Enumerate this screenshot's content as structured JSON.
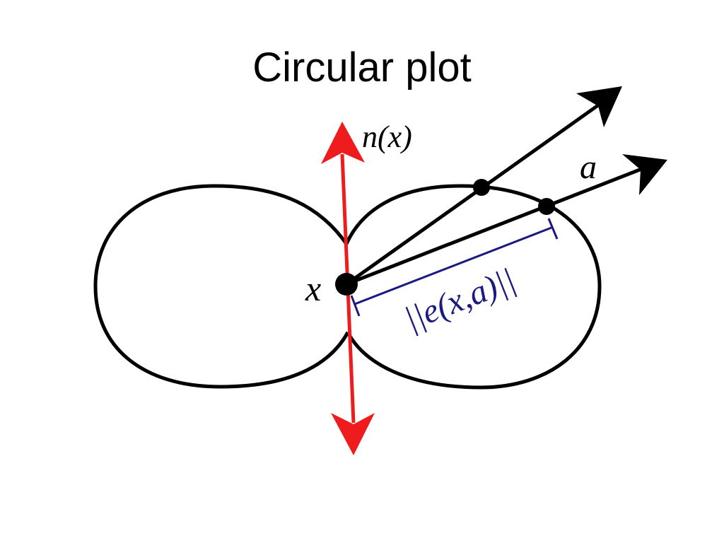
{
  "title": "Circular plot",
  "labels": {
    "normal": "n(x)",
    "point": "x",
    "direction": "a",
    "distance": "||e(x,a)||"
  },
  "colors": {
    "outline": "#000000",
    "normal_vector": "#ee1c1c",
    "distance_bracket": "#1a1a80",
    "background": "#ffffff"
  }
}
